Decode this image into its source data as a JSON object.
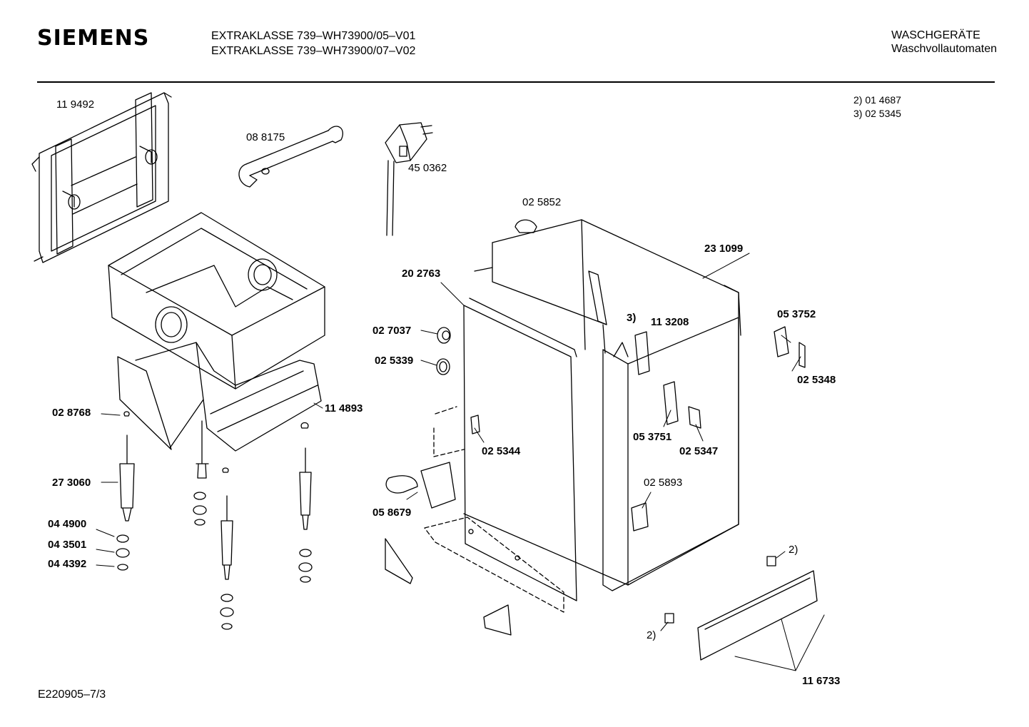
{
  "header": {
    "brand": "SIEMENS",
    "model_line_1": "EXTRAKLASSE 739–WH73900/05–V01",
    "model_line_2": "EXTRAKLASSE 739–WH73900/07–V02",
    "category_line_1": "WASCHGERÄTE",
    "category_line_2": "Waschvollautomaten"
  },
  "footnotes": {
    "line_1": "2)  01 4687",
    "line_2": "3)  02 5345"
  },
  "parts": {
    "p119492": "11 9492",
    "p088175": "08 8175",
    "p450362": "45 0362",
    "p025852": "02 5852",
    "p231099": "23 1099",
    "p202763": "20 2763",
    "p027037": "02 7037",
    "p025339": "02 5339",
    "note3": "3)",
    "p113208": "11 3208",
    "p053752": "05 3752",
    "p025348": "02 5348",
    "p028768": "02 8768",
    "p114893": "11 4893",
    "p025344": "02 5344",
    "p053751": "05 3751",
    "p025347": "02 5347",
    "p273060": "27 3060",
    "p025893": "02 5893",
    "p058679": "05 8679",
    "p044900": "04 4900",
    "p043501": "04 3501",
    "p044392": "04 4392",
    "note2a": "2)",
    "note2b": "2)",
    "p116733": "11 6733"
  },
  "footer": {
    "doc_id": "E220905–7/3"
  }
}
